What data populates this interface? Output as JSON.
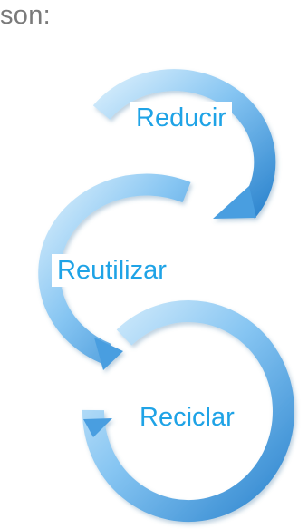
{
  "heading": {
    "text": "son:"
  },
  "cycle": {
    "steps": [
      {
        "label": "Reducir"
      },
      {
        "label": "Reutilizar"
      },
      {
        "label": "Reciclar"
      }
    ],
    "colors": {
      "ring_light": "#cfe8fb",
      "ring_mid": "#7fc1f1",
      "ring_dark": "#2f86cf",
      "label_text": "#1fa3e6",
      "heading_text": "#7a7a7a"
    }
  }
}
